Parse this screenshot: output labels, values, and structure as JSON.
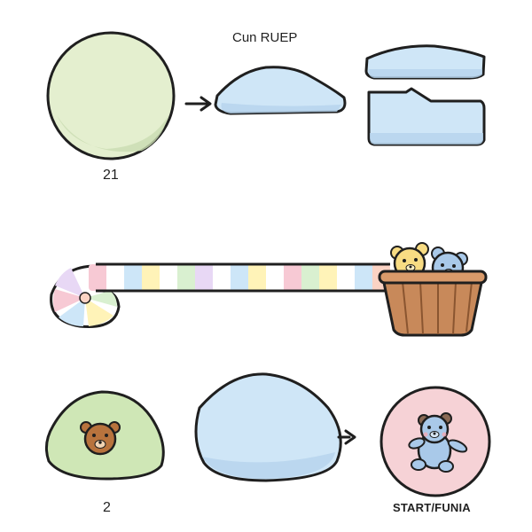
{
  "title": "Cun RUEP",
  "step1_label": "21",
  "step2_label": "2",
  "end_label": "START/FUNIA",
  "colors": {
    "outline": "#1f1f1f",
    "dough_green": "#e4efcf",
    "dough_green_dark": "#c9dcb1",
    "slab_blue": "#cfe6f7",
    "slab_blue_dark": "#b5d3ec",
    "ball_green": "#cfe7b6",
    "circle_pink": "#f6d2d6",
    "basket_brown": "#c8895a",
    "bear_brown": "#b8733d",
    "bear_yellow": "#f8dc83",
    "bear_blue": "#a9c9e9"
  },
  "candy_stripes": [
    "#f7c9d4",
    "#ffffff",
    "#cde6f8",
    "#fff3b8",
    "#d9f0d0",
    "#e8d8f5",
    "#ffffff",
    "#fbd3c4"
  ],
  "icons": [
    "arrow-right-icon",
    "arrow-right-icon",
    "teddy-bear-icon",
    "teddy-bear-icon",
    "teddy-bear-icon",
    "basket-icon"
  ]
}
